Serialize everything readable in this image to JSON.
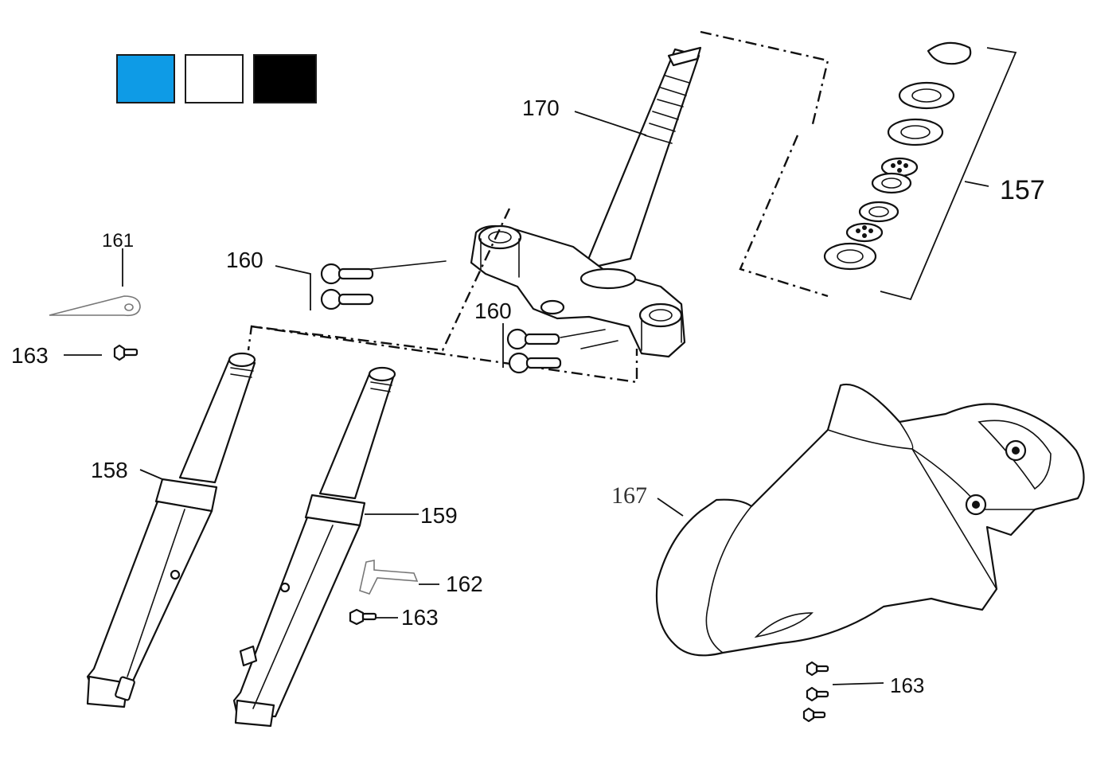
{
  "color_swatches": [
    {
      "name": "blue",
      "color": "#0e9be6"
    },
    {
      "name": "white",
      "color": "#ffffff"
    },
    {
      "name": "black",
      "color": "#000000"
    }
  ],
  "callouts": {
    "c170": "170",
    "c157": "157",
    "c161": "161",
    "c160a": "160",
    "c160b": "160",
    "c163a": "163",
    "c158": "158",
    "c159": "159",
    "c162": "162",
    "c163b": "163",
    "c167": "167",
    "c163c": "163"
  }
}
